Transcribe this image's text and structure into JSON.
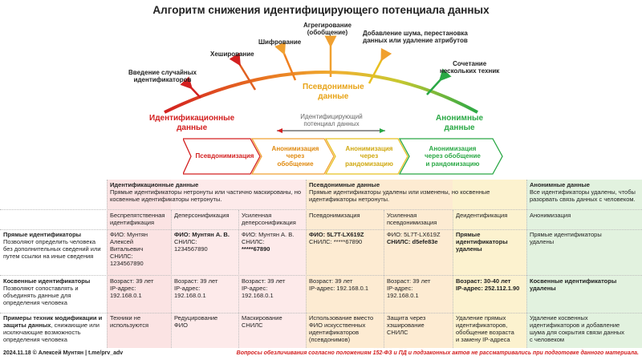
{
  "title": "Алгоритм снижения идентифицирующего потенциала данных",
  "techniques": {
    "random_ids": [
      "Введение случайных",
      "идентификаторов"
    ],
    "hashing": "Хеширование",
    "encryption": "Шифрование",
    "aggregation": [
      "Агрегирование",
      "(обобщение)"
    ],
    "noise": [
      "Добавление шума, перестановка",
      "данных или удаление атрибутов"
    ],
    "combination": [
      "Сочетание",
      "нескольких техник"
    ]
  },
  "categories": {
    "identification": [
      "Идентификационные",
      "данные"
    ],
    "pseudonymous": [
      "Псевдонимные",
      "данные"
    ],
    "anonymous": [
      "Анонимные",
      "данные"
    ]
  },
  "id_potential": [
    "Идентифицирующий",
    "потенциал данных"
  ],
  "process": {
    "pseudonymization": "Псевдонимизация",
    "anon_generalization": [
      "Анонимизация",
      "через",
      "обобщение"
    ],
    "anon_randomization": [
      "Анонимизация",
      "через",
      "рандомизацию"
    ],
    "anon_combo": [
      "Анонимизация",
      "через обобщение",
      "и рандомизацию"
    ]
  },
  "colors": {
    "red": "#d32020",
    "orange": "#f0a030",
    "yellow": "#e8c020",
    "green": "#2aa845"
  },
  "table": {
    "group_headers": {
      "identification": {
        "title": "Идентификационные данные",
        "desc": "Прямые идентификаторы нетронуты или частично маскированы, но косвенные идентификаторы нетронуты."
      },
      "pseudonymous": {
        "title": "Псевдонимные данные",
        "desc": "Прямые идентификаторы удалены или изменены, но косвенные идентификаторы нетронуты."
      },
      "anonymous": {
        "title": "Анонимные данные",
        "desc": "Все идентификаторы удалены, чтобы разорвать связь данных с человеком."
      }
    },
    "subheaders": [
      "Беспрепятственная идентификация",
      "Деперсонификация",
      "Усиленная деперсонификация",
      "Псевдонимизация",
      "Усиленная псевдонимизация",
      "Деидентификация",
      "Анонимизация"
    ],
    "rows": {
      "direct": {
        "title": "Прямые идентификаторы",
        "desc": "Позволяют определить человека без дополнительных сведений или путем ссылки на иные сведения",
        "cells": [
          {
            "lines": [
              "ФИО: Мунтян",
              "Алексей",
              "Витальевич",
              "СНИЛС:",
              "1234567890"
            ]
          },
          {
            "lines": [
              "ФИО: Мунтян А. В.",
              "СНИЛС:",
              "1234567890"
            ]
          },
          {
            "lines": [
              "ФИО: Мунтян А. В.",
              "СНИЛС:",
              "*****67890"
            ]
          },
          {
            "lines": [
              "ФИО: 5L7T-LX619Z",
              "СНИЛС: *****67890"
            ]
          },
          {
            "lines": [
              "ФИО: 5L7T-LX619Z",
              "СНИЛС: d5efe83e"
            ]
          },
          {
            "lines": [
              "Прямые",
              "идентификаторы",
              "удалены"
            ]
          },
          {
            "lines": [
              "Прямые идентификаторы",
              "удалены"
            ]
          }
        ]
      },
      "indirect": {
        "title": "Косвенные идентификаторы",
        "desc": "Позволяют сопоставлять и объединять данные для определения человека",
        "cells": [
          {
            "lines": [
              "Возраст: 39 лет",
              "IP-адрес:",
              "192.168.0.1"
            ]
          },
          {
            "lines": [
              "Возраст: 39 лет",
              "IP-адрес:",
              "192.168.0.1"
            ]
          },
          {
            "lines": [
              "Возраст: 39 лет",
              "IP-адрес:",
              "192.168.0.1"
            ]
          },
          {
            "lines": [
              "Возраст: 39 лет",
              "IP-адрес: 192.168.0.1"
            ]
          },
          {
            "lines": [
              "Возраст: 39 лет",
              "IP-адрес:",
              "192.168.0.1"
            ]
          },
          {
            "lines": [
              "Возраст: 30-40 лет",
              "IP-адрес: 252.112.1.90"
            ]
          },
          {
            "lines": [
              "Косвенные идентификаторы",
              "удалены"
            ]
          }
        ]
      },
      "examples": {
        "title": "Примеры техник модификации и защиты данных",
        "desc": ", снижающие или исключающие возможность определения человека",
        "cells": [
          {
            "lines": [
              "Техники не",
              "используются"
            ]
          },
          {
            "lines": [
              "Редуцирование",
              "ФИО"
            ]
          },
          {
            "lines": [
              "Маскирование",
              "СНИЛС"
            ]
          },
          {
            "lines": [
              "Использование вместо",
              "ФИО искусственных",
              "идентификаторов",
              "(псевдонимов)"
            ]
          },
          {
            "lines": [
              "Защита через",
              "хэширование",
              "СНИЛС"
            ]
          },
          {
            "lines": [
              "Удаление прямых",
              "идентификаторов,",
              "обобщение возраста",
              "и замену IP-адреса"
            ]
          },
          {
            "lines": [
              "Удаление косвенных",
              "идентификаторов и добавление",
              "шума для сокрытия связи данных",
              "с человеком"
            ]
          }
        ]
      }
    }
  },
  "footer": {
    "left": "2024.11.18 © Алексей Мунтян | t.me/prv_adv",
    "right": "Вопросы обезличивания согласно положениям 152-ФЗ и ПД и подзаконных актов не рассматривались при подготовке данного материала."
  }
}
